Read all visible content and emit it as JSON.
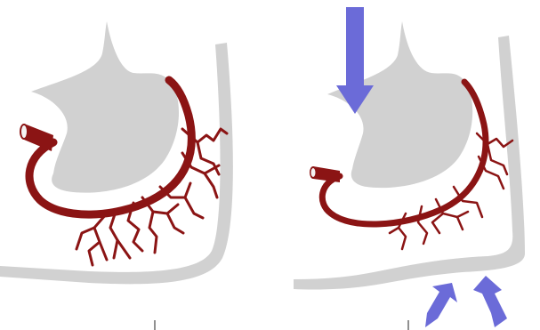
{
  "colors": {
    "background": "#ffffff",
    "anatomy_gray": "#d1d1d1",
    "vessel": "#8b1414",
    "vessel_lumen": "#f4f4f4",
    "arrow": "#6b6bd8",
    "tick": "#222222"
  },
  "panels": [
    {
      "id": "left",
      "compression_arrows": 0,
      "vessel_state": "normal",
      "vessel_branching": "dense"
    },
    {
      "id": "right",
      "compression_arrows": 3,
      "vessel_state": "compressed",
      "vessel_branching": "sparse"
    }
  ],
  "icons": [
    "compression-arrow-icon"
  ]
}
